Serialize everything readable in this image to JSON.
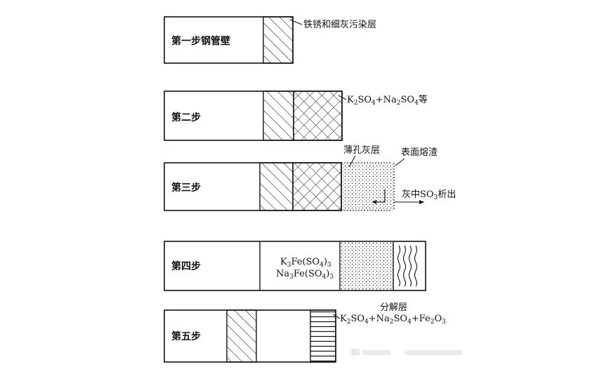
{
  "steps": {
    "s1": "第一步钢管壁",
    "s2": "第二步",
    "s3": "第三步",
    "s4": "第四步",
    "s5": "第五步"
  },
  "annotations": {
    "rust_layer": "铁锈和细灰污染层",
    "s2_compound": {
      "k": "K",
      "k_sub": "2",
      "so": "SO",
      "so_sub": "4",
      "plus_na": "+Na",
      "na_sub": "2",
      "so2": "SO",
      "so2_sub": "4",
      "tail": "等"
    },
    "porous_ash": "薄孔灰层",
    "surface_slag": "表面熔渣",
    "so3_release": {
      "pre": "灰中SO",
      "sub": "3",
      "post": "析出"
    },
    "k3fe": {
      "pre": "K",
      "k_sub": "3",
      "mid": "Fe(SO",
      "so_sub": "4",
      "close": ")",
      "n_sub": "3"
    },
    "na3fe": {
      "pre": "Na",
      "na_sub": "3",
      "mid": "Fe(SO",
      "so_sub": "4",
      "close": ")",
      "n_sub": "3"
    },
    "decomp_layer": "分解层",
    "s5_compound": {
      "k": "K",
      "k_sub": "2",
      "so": "SO",
      "so_sub": "4",
      "plus_na": "+Na",
      "na_sub": "2",
      "so2": "SO",
      "so2_sub": "4",
      "plus_fe": "+Fe",
      "fe_sub": "2",
      "o": "O",
      "o_sub": "3"
    }
  },
  "icons": {
    "hatch": "diagonal-hatch-pattern",
    "cross": "crosshatch-pattern",
    "dots": "dot-stipple-pattern",
    "wavy": "wavy-line-pattern",
    "horizontal": "horizontal-line-pattern"
  }
}
